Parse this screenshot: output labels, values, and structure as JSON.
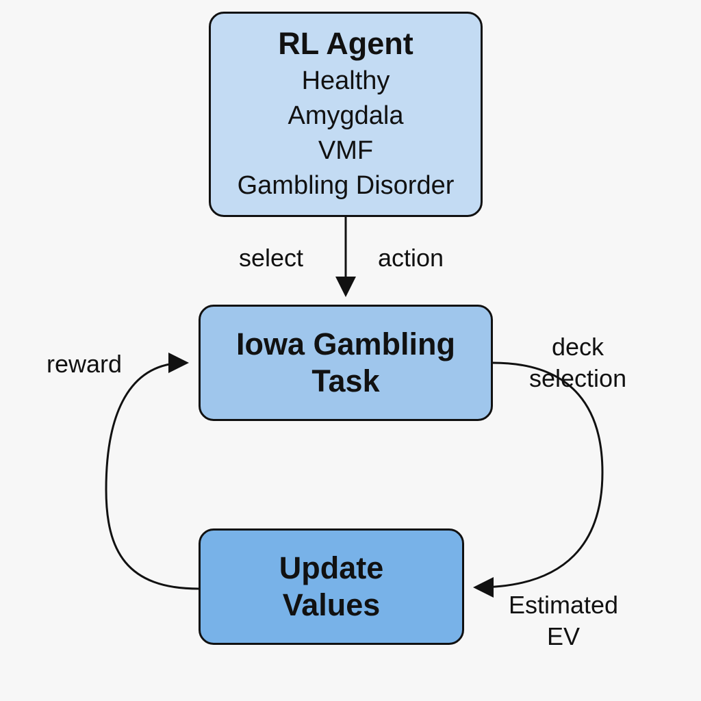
{
  "nodes": {
    "agent": {
      "title": "RL Agent",
      "items": [
        "Healthy",
        "Amygdala",
        "VMF",
        "Gambling Disorder"
      ],
      "fill": "#c3dbf3"
    },
    "task": {
      "title_lines": [
        "Iowa Gambling",
        "Task"
      ],
      "fill": "#9fc6ec"
    },
    "update": {
      "title_lines": [
        "Update",
        "Values"
      ],
      "fill": "#78b2e8"
    }
  },
  "edges": {
    "agent_to_task": {
      "label_left": "select",
      "label_right": "action"
    },
    "update_to_task": {
      "label": "reward"
    },
    "task_to_update": {
      "label_top_lines": [
        "deck",
        "selection"
      ],
      "label_bottom_lines": [
        "Estimated",
        "EV"
      ]
    }
  },
  "colors": {
    "stroke": "#111111",
    "background": "#f7f7f7"
  }
}
